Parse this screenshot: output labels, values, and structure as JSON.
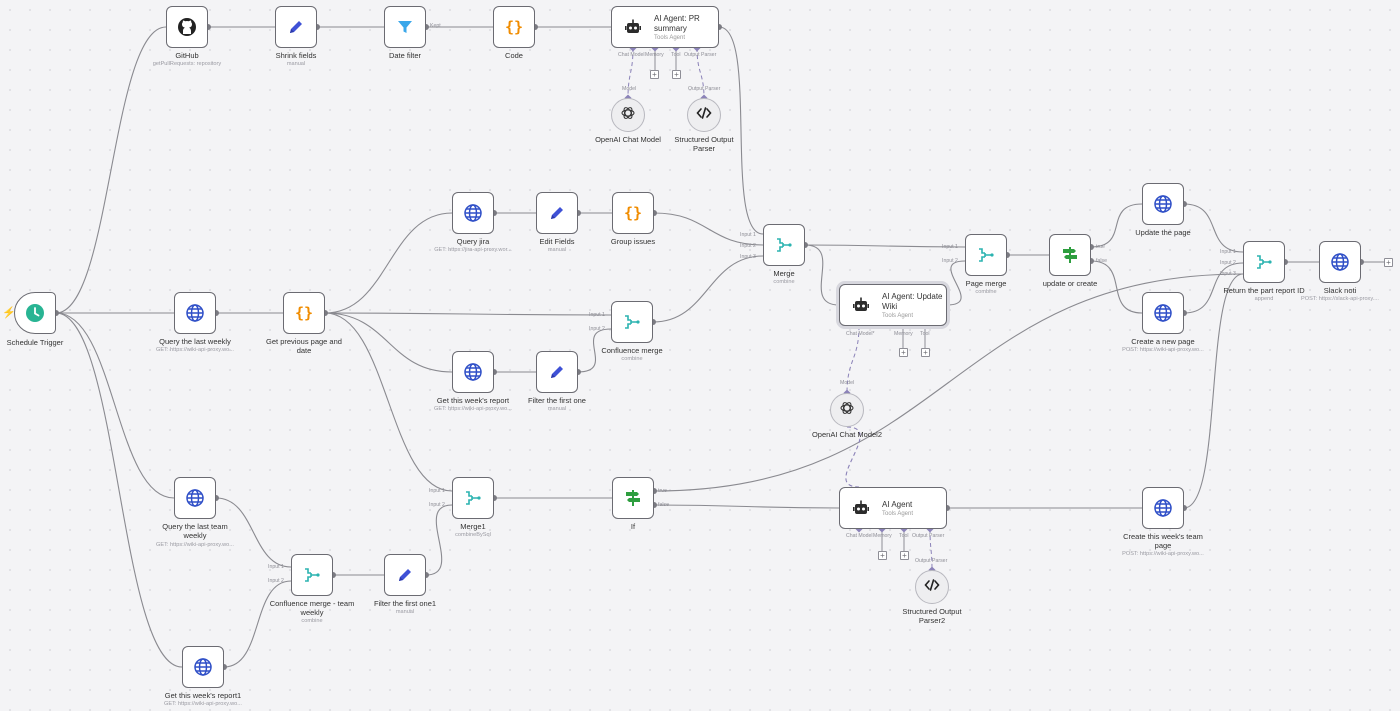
{
  "colors": {
    "edge": "#8a8a90",
    "dashed_edge": "#8b82b8",
    "accent_trigger": "#28b493",
    "accent_merge": "#2bb3b0",
    "accent_edit": "#3f51d6",
    "accent_code": "#f08c00",
    "accent_filter": "#3aa7ea",
    "accent_if": "#2e9e3f",
    "accent_http": "#2f4fc7",
    "bolt": "#ff6d5a"
  },
  "nodes": [
    {
      "id": "schedule",
      "label": "Schedule Trigger",
      "sub": "",
      "icon": "clock-icon",
      "kind": "trigger"
    },
    {
      "id": "github",
      "label": "GitHub",
      "sub": "getPullRequests: repository",
      "icon": "github-icon"
    },
    {
      "id": "shrink",
      "label": "Shrink fields",
      "sub": "manual",
      "icon": "pencil-icon"
    },
    {
      "id": "datefilter",
      "label": "Date filter",
      "sub": "",
      "icon": "funnel-icon"
    },
    {
      "id": "code",
      "label": "Code",
      "sub": "",
      "icon": "braces-icon"
    },
    {
      "id": "agent_pr",
      "title": "AI Agent: PR summary",
      "sub": "Tools Agent",
      "icon": "robot-icon",
      "kind": "agent"
    },
    {
      "id": "openai1",
      "label": "OpenAI Chat Model",
      "sub": "",
      "icon": "openai-icon",
      "kind": "sub"
    },
    {
      "id": "parser1",
      "label": "Structured Output Parser",
      "sub": "",
      "icon": "code-tag-icon",
      "kind": "sub"
    },
    {
      "id": "queryjira",
      "label": "Query jira",
      "sub": "GET: https://jira-api-proxy.wor...",
      "icon": "globe-icon"
    },
    {
      "id": "editfields",
      "label": "Edit Fields",
      "sub": "manual",
      "icon": "pencil-icon"
    },
    {
      "id": "groupissues",
      "label": "Group issues",
      "sub": "",
      "icon": "braces-icon"
    },
    {
      "id": "merge",
      "label": "Merge",
      "sub": "combine",
      "icon": "merge-icon"
    },
    {
      "id": "querylast",
      "label": "Query the last weekly",
      "sub": "GET: https://wiki-api-proxy.wo...",
      "icon": "globe-icon"
    },
    {
      "id": "getprev",
      "label": "Get previous page and date",
      "sub": "",
      "icon": "braces-icon"
    },
    {
      "id": "confmerge",
      "label": "Confluence merge",
      "sub": "combine",
      "icon": "merge-icon"
    },
    {
      "id": "getthis",
      "label": "Get this week's report",
      "sub": "GET: https://wiki-api-proxy.wo...",
      "icon": "globe-icon"
    },
    {
      "id": "filterfirst",
      "label": "Filter the first one",
      "sub": "manual",
      "icon": "pencil-icon"
    },
    {
      "id": "agent_wiki",
      "title": "AI Agent: Update Wiki",
      "sub": "Tools Agent",
      "icon": "robot-icon",
      "kind": "agent"
    },
    {
      "id": "openai2",
      "label": "OpenAI Chat Model2",
      "sub": "",
      "icon": "openai-icon",
      "kind": "sub"
    },
    {
      "id": "pagemerge",
      "label": "Page merge",
      "sub": "combine",
      "icon": "merge-icon"
    },
    {
      "id": "updateorcreate",
      "label": "update or create",
      "sub": "",
      "icon": "signpost-icon"
    },
    {
      "id": "updatepage",
      "label": "Update the page",
      "sub": "",
      "icon": "globe-icon"
    },
    {
      "id": "createnew",
      "label": "Create a new page",
      "sub": "POST: https://wiki-api-proxy.wo...",
      "icon": "globe-icon"
    },
    {
      "id": "returnpart",
      "label": "Return the part report ID",
      "sub": "append",
      "icon": "merge-icon"
    },
    {
      "id": "slack",
      "label": "Slack noti",
      "sub": "POST: https://slack-api-proxy....",
      "icon": "globe-icon"
    },
    {
      "id": "queryteam",
      "label": "Query the last team weekly",
      "sub": "GET: https://wiki-api-proxy.wo...",
      "icon": "globe-icon"
    },
    {
      "id": "merge1",
      "label": "Merge1",
      "sub": "combineBySql",
      "icon": "merge-icon"
    },
    {
      "id": "if",
      "label": "If",
      "sub": "",
      "icon": "signpost-icon"
    },
    {
      "id": "agent3",
      "title": "AI Agent",
      "sub": "Tools Agent",
      "icon": "robot-icon",
      "kind": "agent"
    },
    {
      "id": "parser2",
      "label": "Structured Output Parser2",
      "sub": "",
      "icon": "code-tag-icon",
      "kind": "sub"
    },
    {
      "id": "createteam",
      "label": "Create this week's team page",
      "sub": "POST: https://wiki-api-proxy.wo...",
      "icon": "globe-icon"
    },
    {
      "id": "confmergeteam",
      "label": "Confluence merge - team weekly",
      "sub": "combine",
      "icon": "merge-icon"
    },
    {
      "id": "filterfirst1",
      "label": "Filter the first one1",
      "sub": "manual",
      "icon": "pencil-icon"
    },
    {
      "id": "getthis1",
      "label": "Get this week's report1",
      "sub": "GET: https://wiki-api-proxy.wo...",
      "icon": "globe-icon"
    }
  ],
  "port_labels": {
    "input1": "Input 1",
    "input2": "Input 2",
    "input3": "Input 3",
    "true": "true",
    "false": "false",
    "kept": "Kept",
    "chat_model": "Chat Model",
    "chat_model_req": "Chat Model*",
    "memory": "Memory",
    "tool": "Tool",
    "output_parser": "Output Parser",
    "model": "Model"
  }
}
